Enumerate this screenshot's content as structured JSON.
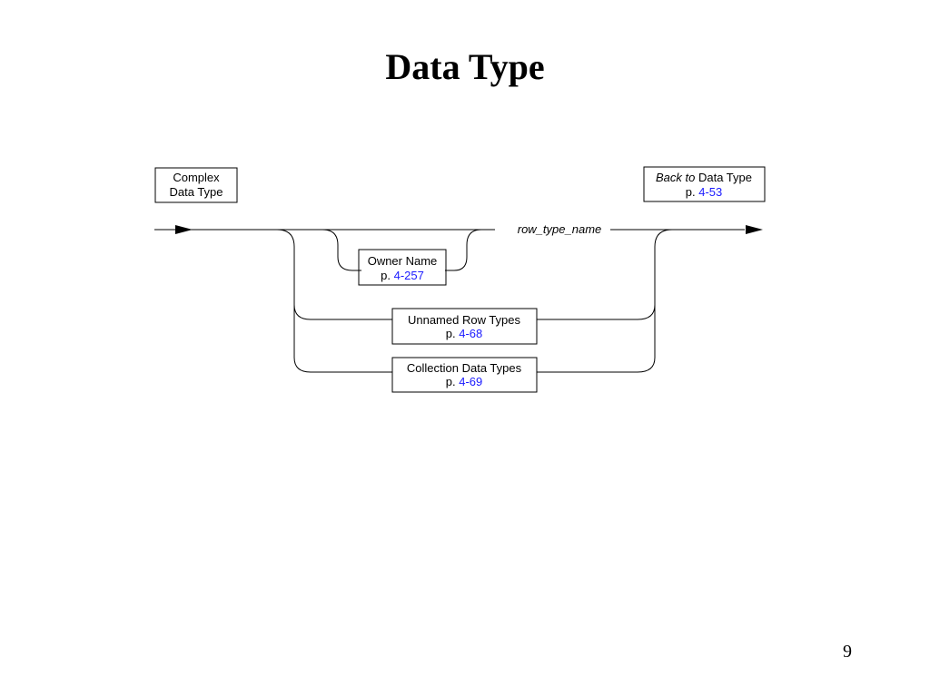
{
  "slide": {
    "title": "Data Type",
    "page_number": "9"
  },
  "diagram": {
    "start_box": {
      "line1": "Complex",
      "line2": "Data Type"
    },
    "back_box": {
      "italic": "Back to",
      "text": " Data Type",
      "page_prefix": "p. ",
      "page_link": "4-53"
    },
    "keyword": "row_type_name",
    "owner_box": {
      "line1": "Owner Name",
      "page_prefix": "p. ",
      "page_link": "4-257"
    },
    "unnamed_box": {
      "line1": "Unnamed Row Types",
      "page_prefix": "p. ",
      "page_link": "4-68"
    },
    "collection_box": {
      "line1": "Collection Data Types",
      "page_prefix": "p. ",
      "page_link": "4-69"
    },
    "link_color": "#1a1aff"
  }
}
